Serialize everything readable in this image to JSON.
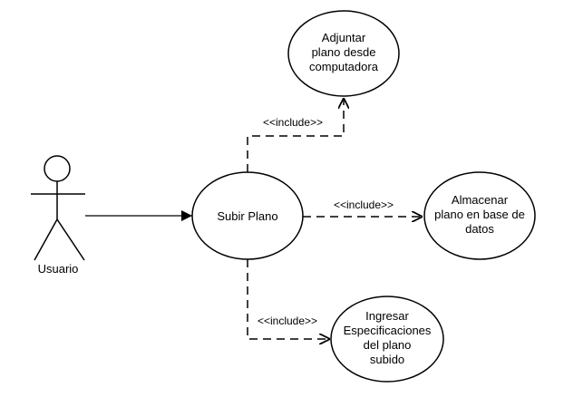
{
  "actor": {
    "name": "Usuario"
  },
  "use_cases": {
    "main": {
      "lines": [
        "Subir Plano"
      ]
    },
    "attach": {
      "lines": [
        "Adjuntar",
        "plano desde",
        "computadora"
      ]
    },
    "store": {
      "lines": [
        "Almacenar",
        "plano en base de",
        "datos"
      ]
    },
    "specs": {
      "lines": [
        "Ingresar",
        "Especificaciones",
        "del plano",
        "subido"
      ]
    }
  },
  "relations": {
    "include_attach": "<<include>>",
    "include_store": "<<include>>",
    "include_specs": "<<include>>"
  },
  "colors": {
    "stroke": "#000000",
    "fill": "#ffffff"
  }
}
